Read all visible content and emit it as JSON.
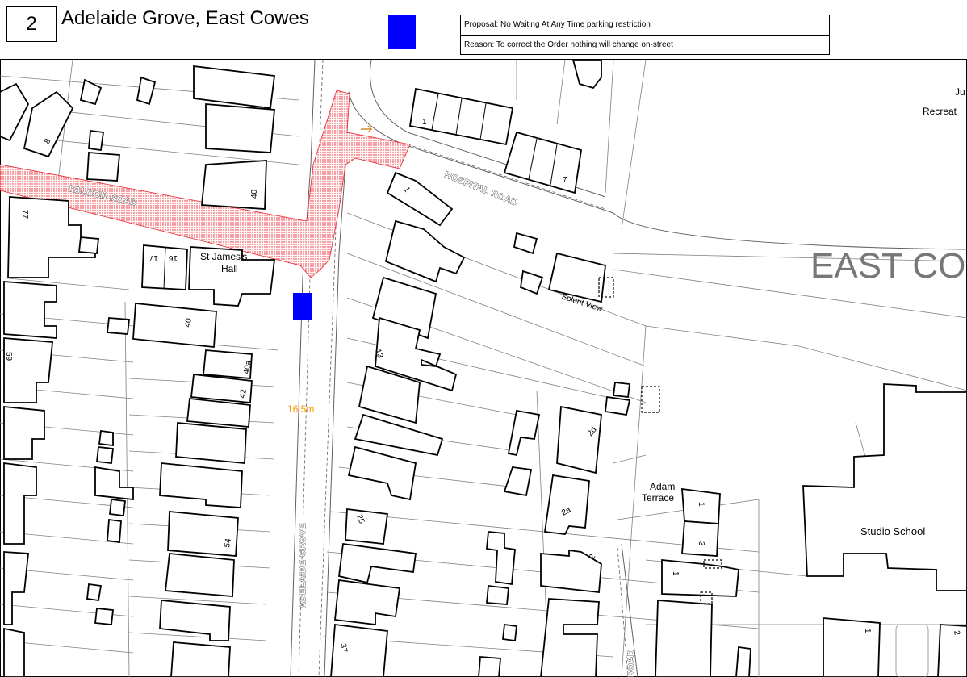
{
  "header": {
    "number": "2",
    "title": "Adelaide Grove, East Cowes",
    "legend_color": "#0000ff",
    "proposal": "Proposal: No Waiting At Any Time parking restriction",
    "reason": "Reason: To correct the Order nothing will change on-street"
  },
  "colors": {
    "restriction_fill": "#0000ff",
    "hatch": "#e8202a",
    "measurement": "#ff9900",
    "building_stroke": "#000000",
    "boundary_stroke": "#888888"
  },
  "map": {
    "roads": {
      "falcon_road": "FALCON ROAD",
      "hospital_road": "HOSPITAL ROAD",
      "adelaide_grove": "ADELAIDE GROVE",
      "road_partial": "ROAD"
    },
    "places": {
      "east_cowes": "EAST CO",
      "st_james_hall_line1": "St James's",
      "st_james_hall_line2": "Hall",
      "solent_view": "Solent View",
      "adam_terrace_line1": "Adam",
      "adam_terrace_line2": "Terrace",
      "studio_school": "Studio School",
      "recreation_partial_1": "Ju",
      "recreation_partial_2": "Recreat"
    },
    "measurement": "16.5m",
    "house_numbers": {
      "n1_top": "1",
      "n7": "7",
      "n8": "8",
      "n40_top": "40",
      "n77": "77",
      "n1_hosp": "1",
      "n17": "17",
      "n16": "16",
      "n40": "40",
      "n13": "13",
      "n59": "59",
      "n40a": "40a",
      "n42": "42",
      "n2d": "2d",
      "n2a": "2a",
      "n25": "25",
      "n54": "54",
      "n1_adam": "1",
      "n3_adam": "3",
      "n1_row": "1",
      "n2": "2",
      "n37": "37",
      "n1_right": "1",
      "n2_right": "2"
    }
  }
}
